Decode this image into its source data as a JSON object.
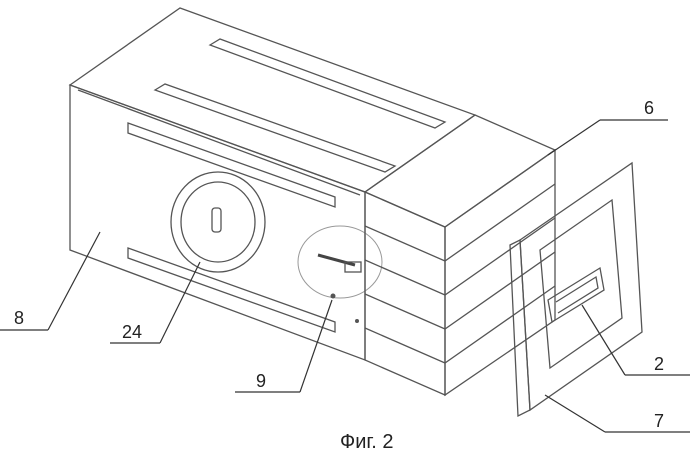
{
  "labels": {
    "box_body": "8",
    "dial": "24",
    "latch": "9",
    "basket": "6",
    "handle": "2",
    "lid": "7"
  },
  "caption": "Фиг. 2",
  "colors": {
    "body_front": "#dcdcdc",
    "body_top": "#ededed",
    "body_side": "#bdbdbd",
    "basket": "#d6d6d6",
    "lid_face": "#d2d2d2",
    "lid_edge": "#b5b5b5",
    "line": "#555555"
  }
}
